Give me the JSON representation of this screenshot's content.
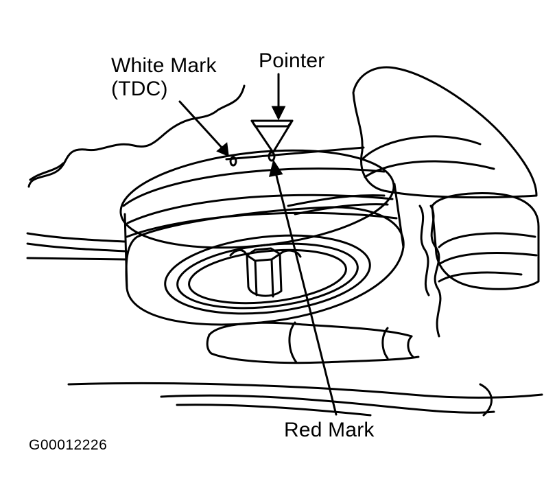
{
  "labels": {
    "white_mark_line1": "White Mark",
    "white_mark_line2": "(TDC)",
    "pointer": "Pointer",
    "red_mark": "Red Mark"
  },
  "figure_code": "G00012226",
  "colors": {
    "line": "#000000",
    "background": "#ffffff"
  }
}
